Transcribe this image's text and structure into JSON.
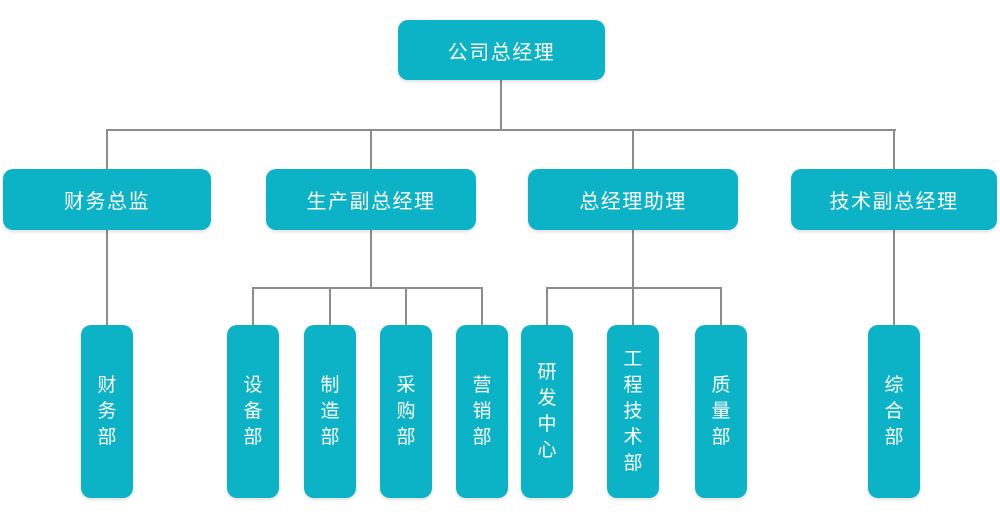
{
  "colors": {
    "node_fill": "#0CB3C6",
    "node_text": "#FFFFFF",
    "connector": "#8C8C8C",
    "background": "#FFFFFF"
  },
  "org": {
    "root": {
      "label": "公司总经理"
    },
    "managers": [
      {
        "label": "财务总监",
        "departments": [
          "财务部"
        ]
      },
      {
        "label": "生产副总经理",
        "departments": [
          "设备部",
          "制造部",
          "采购部",
          "营销部"
        ]
      },
      {
        "label": "总经理助理",
        "departments": [
          "研发中心",
          "工程技术部",
          "质量部"
        ]
      },
      {
        "label": "技术副总经理",
        "departments": [
          "综合部"
        ]
      }
    ]
  }
}
